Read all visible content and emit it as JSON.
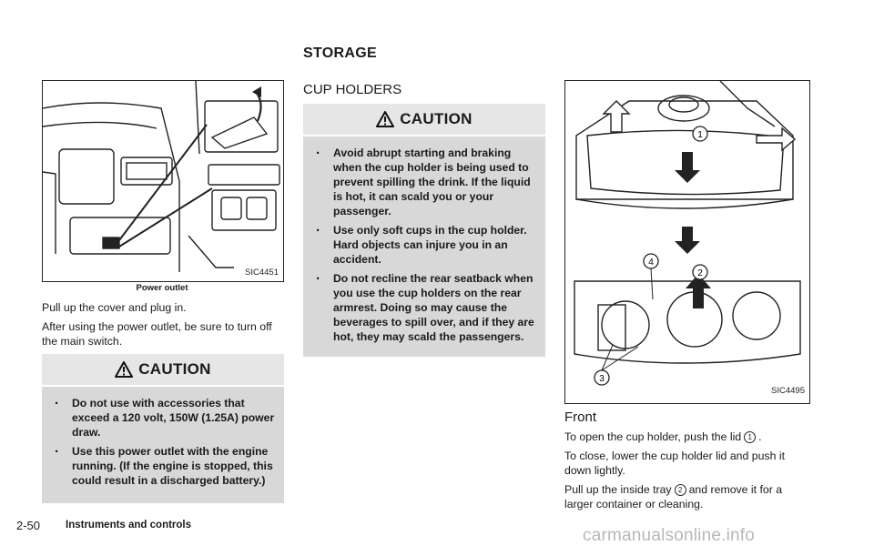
{
  "section_title": "STORAGE",
  "left": {
    "figure_code": "SIC4451",
    "figure_caption": "Power outlet",
    "paragraphs": [
      "Pull up the cover and plug in.",
      "After using the power outlet, be sure to turn off the main switch."
    ],
    "caution": {
      "title": "CAUTION",
      "items": [
        "Do not use with accessories that exceed a 120 volt, 150W (1.25A) power draw.",
        "Use this power outlet with the engine running. (If the engine is stopped, this could result in a discharged battery.)"
      ]
    }
  },
  "middle": {
    "heading": "CUP HOLDERS",
    "caution": {
      "title": "CAUTION",
      "items": [
        "Avoid abrupt starting and braking when the cup holder is being used to prevent spilling the drink. If the liquid is hot, it can scald you or your passenger.",
        "Use only soft cups in the cup holder. Hard objects can injure you in an accident.",
        "Do not recline the rear seatback when you use the cup holders on the rear armrest. Doing so may cause the beverages to spill over, and if they are hot, they may scald the passengers."
      ]
    }
  },
  "right": {
    "figure_code": "SIC4495",
    "heading": "Front",
    "p1_before": "To open the cup holder, push the lid",
    "p1_callout": "1",
    "p1_after": ".",
    "p2": "To close, lower the cup holder lid and push it down lightly.",
    "p3_before": "Pull up the inside tray",
    "p3_callout": "2",
    "p3_after": "and remove it for a larger container or cleaning.",
    "figure_callouts": [
      "1",
      "2",
      "3",
      "4"
    ]
  },
  "footer": {
    "page_number": "2-50",
    "chapter": "Instruments and controls",
    "watermark": "carmanualsonline.info"
  }
}
